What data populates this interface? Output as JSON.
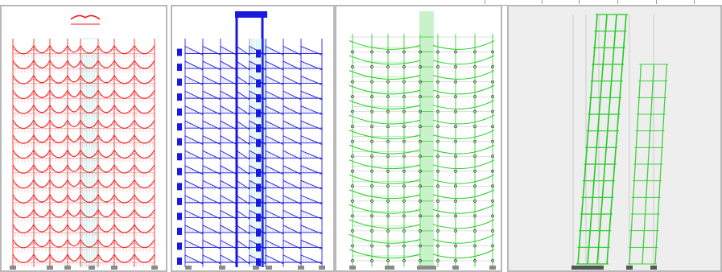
{
  "panels": [
    {
      "id": "bending-moment-diagram",
      "color": "#ee2020",
      "background": "#ffffff",
      "stories": 15
    },
    {
      "id": "shear-force-diagram",
      "color": "#1a1adf",
      "background": "#ffffff",
      "stories": 15
    },
    {
      "id": "axial-force-diagram",
      "color": "#22cc22",
      "background": "#ffffff",
      "stories": 15
    },
    {
      "id": "deformed-shape-view",
      "color": "#22cc22",
      "background": "#eeeeee",
      "stories": 15
    }
  ],
  "colors": {
    "panel_border": "#b8b8b8",
    "support": "#8a8a8a",
    "mesh": "#8fd8d8",
    "node": "#222222"
  }
}
